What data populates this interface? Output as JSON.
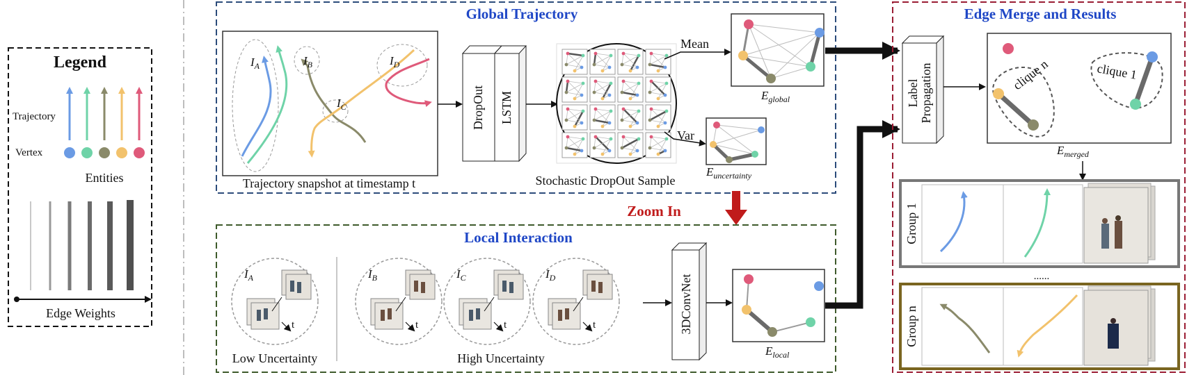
{
  "legend": {
    "title": "Legend",
    "trajectory_label": "Trajectory",
    "vertex_label": "Vertex",
    "entities_label": "Entities",
    "edge_weights_label": "Edge Weights",
    "entity_colors": [
      "#6b9be4",
      "#6fd3a8",
      "#8a8a6a",
      "#f2c26c",
      "#df5a7a"
    ]
  },
  "global": {
    "title": "Global Trajectory",
    "snapshot_caption": "Trajectory snapshot at timestamp t",
    "dropout_label": "DropOut",
    "lstm_label": "LSTM",
    "sample_caption": "Stochastic DropOut Sample",
    "mean_label": "Mean",
    "var_label": "Var",
    "e_global": "E",
    "e_global_sub": "global",
    "e_unc": "E",
    "e_unc_sub": "uncertainty",
    "I_A": "I",
    "I_A_sub": "A",
    "I_B": "I",
    "I_B_sub": "B",
    "I_C": "I",
    "I_C_sub": "C",
    "I_D": "I",
    "I_D_sub": "D"
  },
  "zoom": {
    "label": "Zoom In"
  },
  "local": {
    "title": "Local Interaction",
    "low_label": "Low Uncertainty",
    "high_label": "High Uncertainty",
    "conv_label": "3DConvNet",
    "e_local": "E",
    "e_local_sub": "local",
    "t_label": "t",
    "I_A": "I",
    "I_A_sub": "A",
    "I_B": "I",
    "I_B_sub": "B",
    "I_C": "I",
    "I_C_sub": "C",
    "I_D": "I",
    "I_D_sub": "D"
  },
  "merge": {
    "title": "Edge Merge and Results",
    "label_prop_line1": "Label",
    "label_prop_line2": "Propagation",
    "clique_n": "clique n",
    "clique_1": "clique 1",
    "e_merged": "E",
    "e_merged_sub": "merged",
    "group1": "Group 1",
    "groupn": "Group n",
    "ellipsis": "......"
  }
}
